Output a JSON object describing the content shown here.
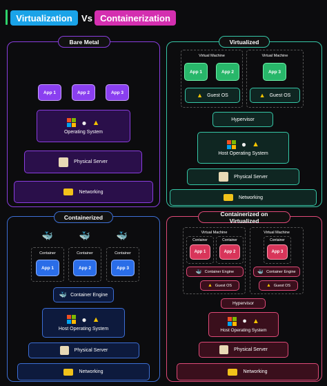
{
  "header": {
    "title_left": "Virtualization",
    "title_vs": "Vs",
    "title_right": "Containerization"
  },
  "bare_metal": {
    "title": "Bare Metal",
    "apps": [
      "App 1",
      "App 2",
      "App 3"
    ],
    "os": "Operating System",
    "server": "Physical Server",
    "networking": "Networking"
  },
  "virtualized": {
    "title": "Virtualized",
    "vm1": {
      "label": "Virtual Machine",
      "apps": [
        "App 1",
        "App 2"
      ],
      "guest": "Guest OS"
    },
    "vm2": {
      "label": "Virtual Machine",
      "apps": [
        "App 3"
      ],
      "guest": "Guest OS"
    },
    "hypervisor": "Hypervisor",
    "host_os": "Host Operating System",
    "server": "Physical Server",
    "networking": "Networking"
  },
  "containerized": {
    "title": "Containerized",
    "containers": [
      {
        "label": "Container",
        "app": "App 1"
      },
      {
        "label": "Container",
        "app": "App 2"
      },
      {
        "label": "Container",
        "app": "App 3"
      }
    ],
    "engine": "Container Engine",
    "host_os": "Host Operating System",
    "server": "Physical Server",
    "networking": "Networking"
  },
  "cont_on_virt": {
    "title": "Containerized on Virtualized",
    "vm1": {
      "label": "Virtual Machine",
      "containers": [
        {
          "label": "Container",
          "app": "App 1"
        },
        {
          "label": "Container",
          "app": "App 2"
        }
      ],
      "engine": "Container Engine",
      "guest": "Guest OS"
    },
    "vm2": {
      "label": "Virtual Machine",
      "containers": [
        {
          "label": "Container",
          "app": "App 3"
        }
      ],
      "engine": "Container Engine",
      "guest": "Guest OS"
    },
    "hypervisor": "Hypervisor",
    "host_os": "Host Operating System",
    "server": "Physical Server",
    "networking": "Networking"
  },
  "colors": {
    "bare_metal": "#8b3ee0",
    "virtualized": "#36c8a8",
    "containerized": "#3d6fd6",
    "cont_on_virt": "#e04a78"
  },
  "icons": [
    "windows-icon",
    "apple-icon",
    "linux-icon",
    "server-icon",
    "network-card-icon",
    "docker-icon"
  ]
}
